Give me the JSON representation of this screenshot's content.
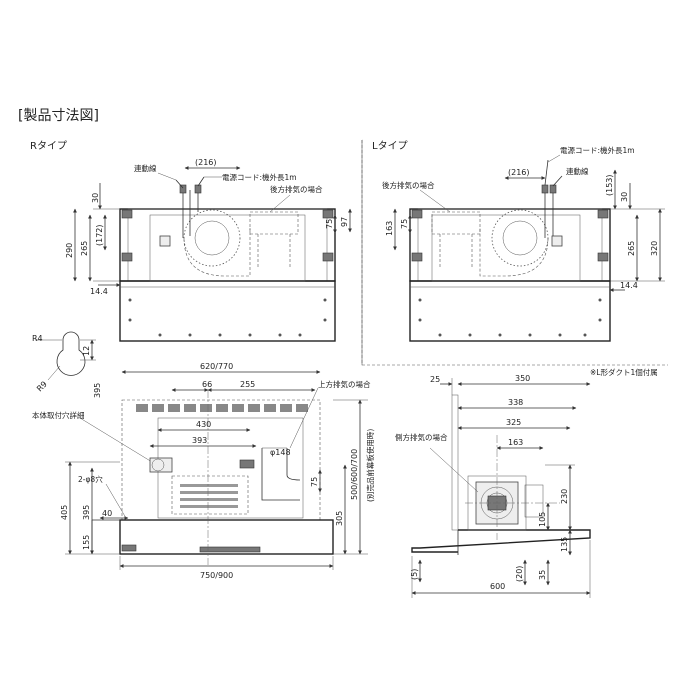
{
  "title": "[製品寸法図]",
  "r_type": {
    "label": "Rタイプ",
    "callouts": {
      "interlock": "連動線",
      "cord": "電源コード:機外長1m",
      "rear": "後方排気の場合"
    },
    "dims": {
      "d216": "(216)",
      "d30": "30",
      "d290": "290",
      "d265": "265",
      "d172": "(172)",
      "d75": "75",
      "d97": "97",
      "d14_4": "14.4"
    }
  },
  "l_type": {
    "label": "Lタイプ",
    "callouts": {
      "cord": "電源コード:機外長1m",
      "interlock": "連動線",
      "rear": "後方排気の場合"
    },
    "dims": {
      "d216": "(216)",
      "d153": "(153)",
      "d30": "30",
      "d163": "163",
      "d75": "75",
      "d265": "265",
      "d320": "320",
      "d14_4": "14.4"
    },
    "note": "※L形ダクト1個付属"
  },
  "hole_detail": {
    "r4": "R4",
    "r9": "R9",
    "d12": "12",
    "d395": "395",
    "label": "本体取付穴詳細"
  },
  "front": {
    "dims": {
      "w620_770": "620/770",
      "d66": "66",
      "d255": "255",
      "d430": "430",
      "d393": "393",
      "phi148": "φ148",
      "d75": "75",
      "d405": "405",
      "d395": "395",
      "d40": "40",
      "d155": "155",
      "d305": "305",
      "d500_600_700": "500/600/700",
      "w750_900": "750/900"
    },
    "callouts": {
      "top": "上方排気の場合",
      "holes": "2-φ8穴",
      "vertical_note": "(別売品前幕板使用時)"
    }
  },
  "side": {
    "dims": {
      "d25": "25",
      "d350": "350",
      "d338": "338",
      "d325": "325",
      "d163": "163",
      "d230": "230",
      "d105": "105",
      "d135": "135",
      "d35": "35",
      "d5": "(5)",
      "d20": "(20)",
      "d600": "600"
    },
    "callouts": {
      "side_exhaust": "側方排気の場合"
    }
  }
}
